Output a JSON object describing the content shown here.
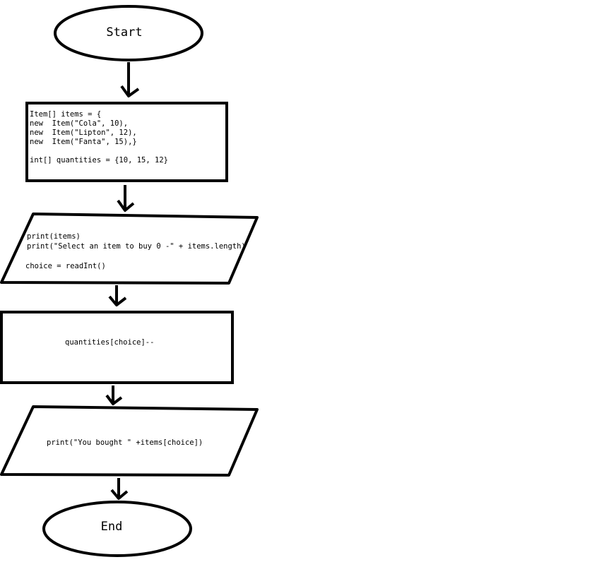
{
  "flowchart": {
    "stroke_color": "#000000",
    "background_color": "#ffffff",
    "start": {
      "label": "Start"
    },
    "init": {
      "lines": [
        "Item[] items = {",
        "new  Item(\"Cola\", 10),",
        "new  Item(\"Lipton\", 12),",
        "new  Item(\"Fanta\", 15),}",
        "",
        "int[] quantities = {10, 15, 12}"
      ]
    },
    "input": {
      "lines": [
        "print(items)",
        "print(\"Select an item to buy 0 -\" + items.length)",
        "",
        "choice = readInt()"
      ]
    },
    "process": {
      "label": "quantities[choice]--"
    },
    "output": {
      "label": "print(\"You bought \" +items[choice])"
    },
    "end": {
      "label": "End"
    }
  }
}
